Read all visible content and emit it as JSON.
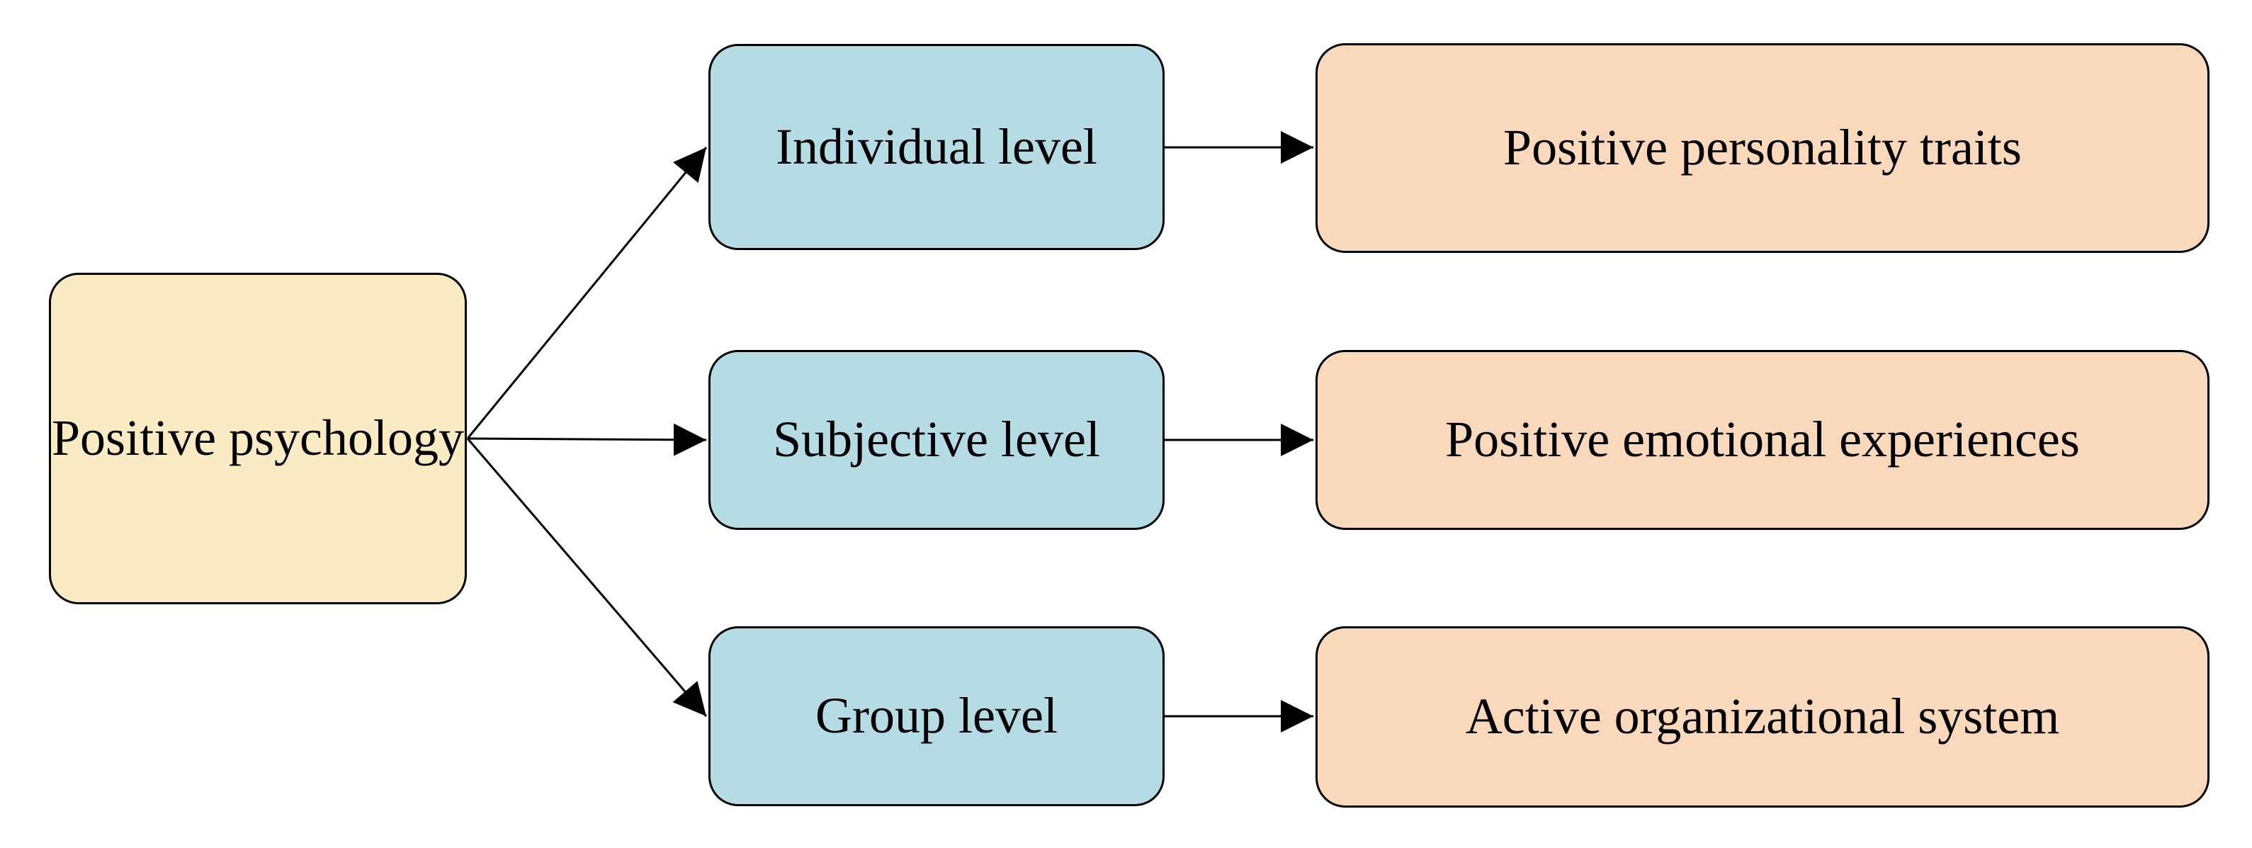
{
  "diagram": {
    "root": {
      "label": "Positive psychology"
    },
    "levels": [
      {
        "label": "Individual level",
        "outcome": "Positive personality traits"
      },
      {
        "label": "Subjective level",
        "outcome": "Positive emotional experiences"
      },
      {
        "label": "Group level",
        "outcome": "Active organizational system"
      }
    ],
    "colors": {
      "background": "#FFFFFF",
      "root_fill": "#FAEBC5",
      "level_fill": "#B5DBE5",
      "outcome_fill": "#F9D8BB",
      "border": "#000000",
      "arrow": "#000000",
      "text": "#000000"
    }
  }
}
